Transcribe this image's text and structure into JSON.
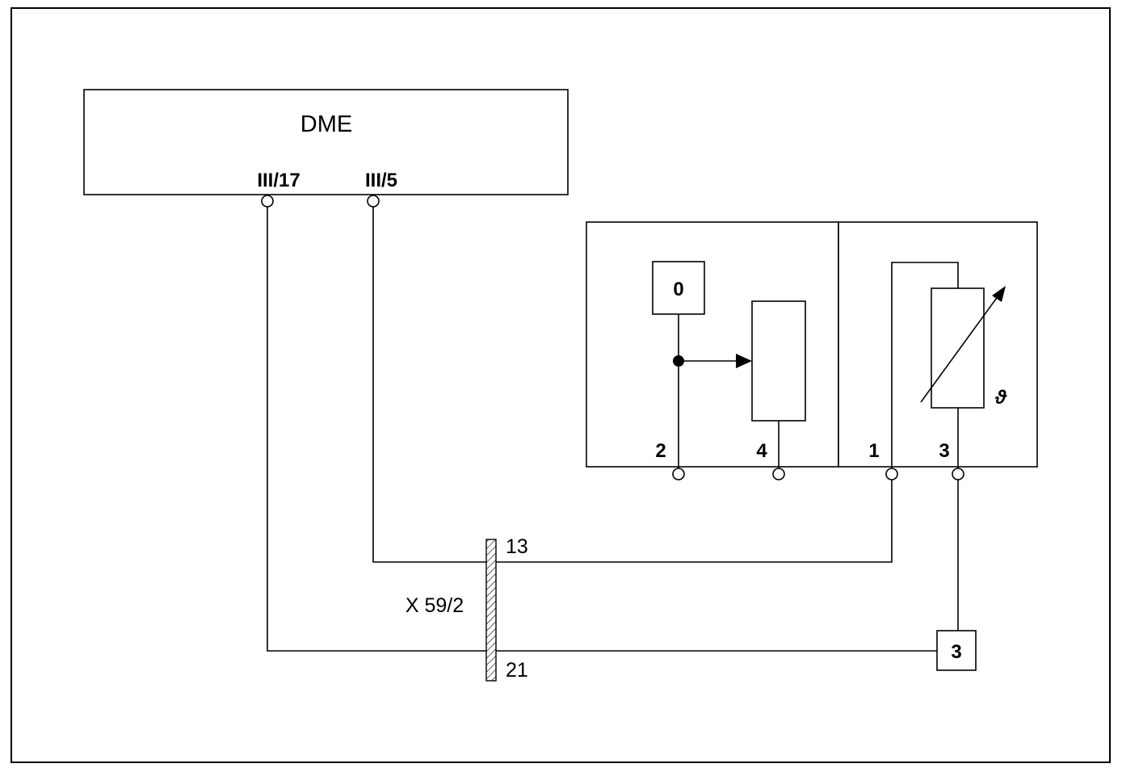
{
  "dme": {
    "title": "DME",
    "pin_left": "III/17",
    "pin_right": "III/5"
  },
  "connector": {
    "name": "X 59/2",
    "pin_top": "13",
    "pin_bottom": "21"
  },
  "sensor_left": {
    "ref_box": "0",
    "pin_a": "2",
    "pin_b": "4"
  },
  "sensor_right": {
    "pin_a": "1",
    "pin_b": "3",
    "temp_symbol": "ϑ"
  },
  "ground_box": "3"
}
